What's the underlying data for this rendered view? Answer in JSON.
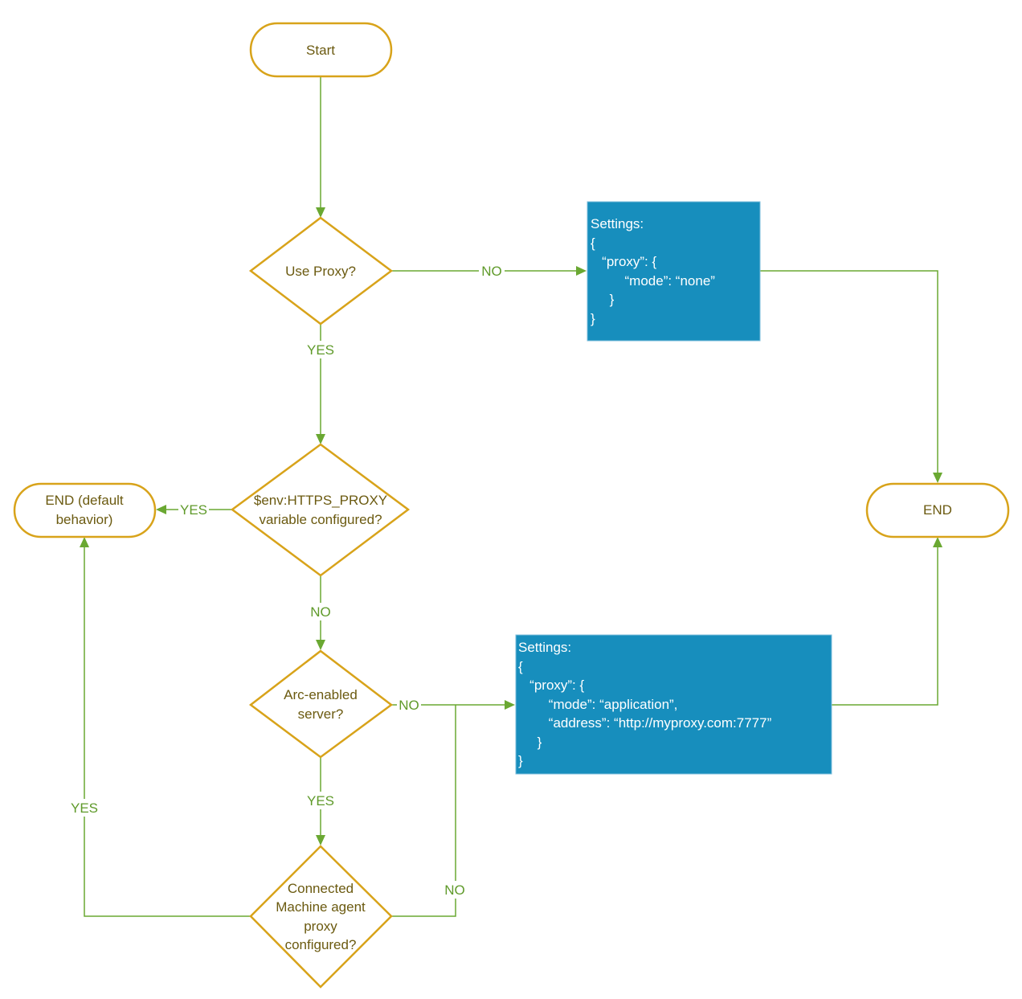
{
  "nodes": {
    "start": "Start",
    "use_proxy": "Use Proxy?",
    "env_check": [
      "$env:HTTPS_PROXY",
      "variable configured?"
    ],
    "end_default": [
      "END (default",
      "behavior)"
    ],
    "end": "END",
    "arc_enabled": [
      "Arc-enabled",
      "server?"
    ],
    "agent_proxy": [
      "Connected",
      "Machine agent",
      "proxy",
      "configured?"
    ]
  },
  "settings_none": [
    "Settings:",
    "{",
    "   “proxy”: {",
    "         “mode”: “none”",
    "     }",
    "}"
  ],
  "settings_application": [
    "Settings:",
    "{",
    "   “proxy”: {",
    "        “mode”: “application”,",
    "        “address”: “http://myproxy.com:7777”",
    "     }",
    "}"
  ],
  "edge_labels": {
    "use_proxy_no": "NO",
    "use_proxy_yes": "YES",
    "env_yes": "YES",
    "env_no": "NO",
    "arc_no": "NO",
    "arc_yes": "YES",
    "agent_yes": "YES",
    "agent_no": "NO"
  },
  "colors": {
    "node_border": "#d8a31a",
    "node_text": "#6b5a10",
    "connector": "#6aa832",
    "settings_fill": "#178ebd"
  }
}
